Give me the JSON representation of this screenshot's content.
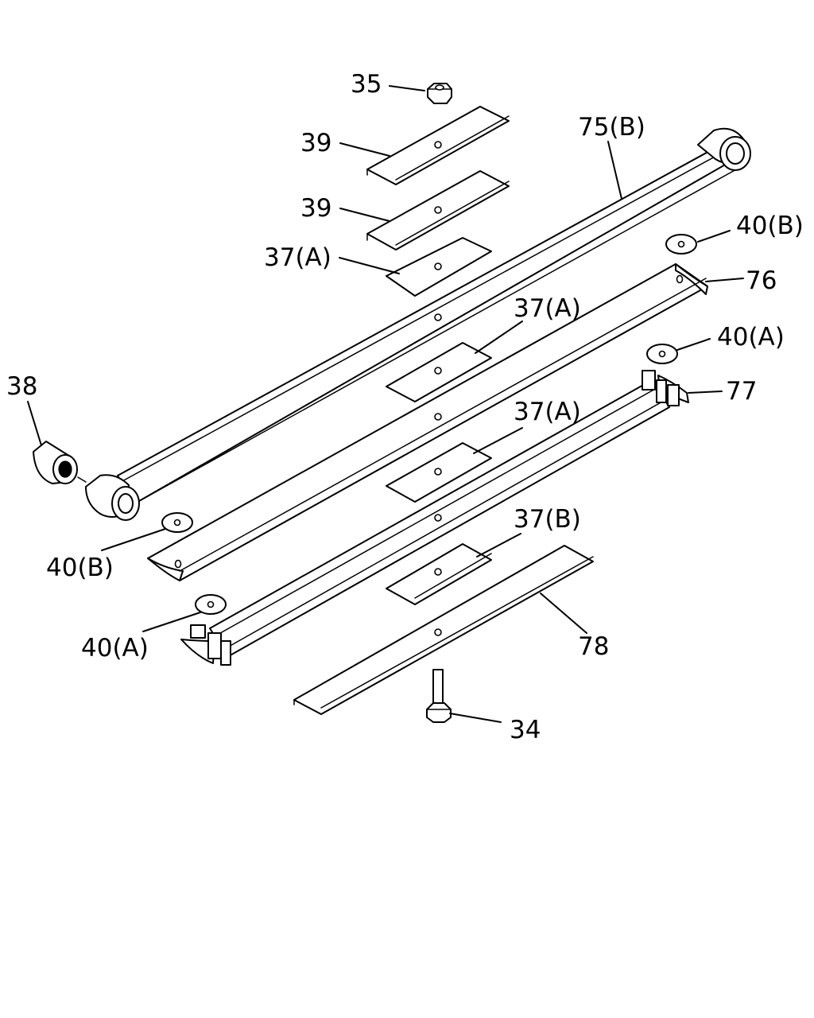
{
  "diagram": {
    "labels": {
      "p35": "35",
      "p39a": "39",
      "p39b": "39",
      "p75b": "75(B)",
      "p40b_top": "40(B)",
      "p37a_1": "37(A)",
      "p76": "76",
      "p37a_2": "37(A)",
      "p40a_top": "40(A)",
      "p77": "77",
      "p38": "38",
      "p37a_3": "37(A)",
      "p37b": "37(B)",
      "p40b_bot": "40(B)",
      "p78": "78",
      "p40a_bot": "40(A)",
      "p34": "34"
    }
  }
}
